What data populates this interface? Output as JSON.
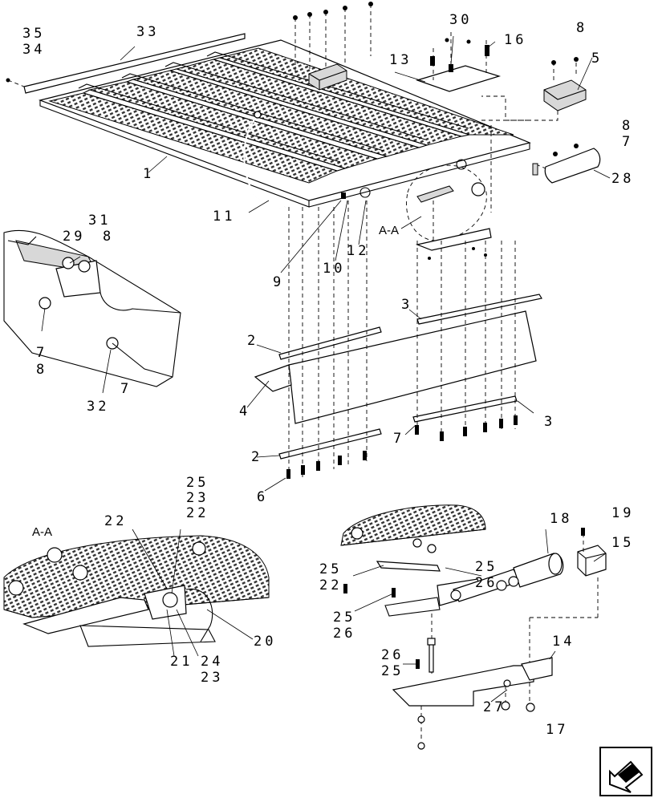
{
  "callouts": {
    "c1": "1",
    "c2a": "2",
    "c2b": "2",
    "c3a": "3",
    "c3b": "3",
    "c4": "4",
    "c5": "5",
    "c6": "6",
    "c7a": "7",
    "c7b": "7",
    "c7c": "7",
    "c7d": "7",
    "c8a": "8",
    "c8b": "8",
    "c8c": "8",
    "c9": "9",
    "c10": "10",
    "c11": "11",
    "c12": "12",
    "c13": "13",
    "c14": "14",
    "c15": "15",
    "c16": "16",
    "c17": "17",
    "c18": "18",
    "c19": "19",
    "c20": "20",
    "c21": "21",
    "c22a": "22",
    "c22b": "22",
    "c22c": "22",
    "c23a": "23",
    "c23b": "23",
    "c24": "24",
    "c25a": "25",
    "c25b": "25",
    "c25c": "25",
    "c25d": "25",
    "c25e": "25",
    "c26a": "26",
    "c26b": "26",
    "c26c": "26",
    "c27": "27",
    "c28": "28",
    "c29": "29",
    "c30": "30",
    "c31": "31",
    "c32": "32",
    "c33": "33",
    "c34": "34",
    "c35": "35"
  },
  "section_labels": {
    "aa_top": "A-A",
    "aa_detail": "A-A"
  },
  "icons": {
    "navigation": "next-page-arrow-icon"
  }
}
